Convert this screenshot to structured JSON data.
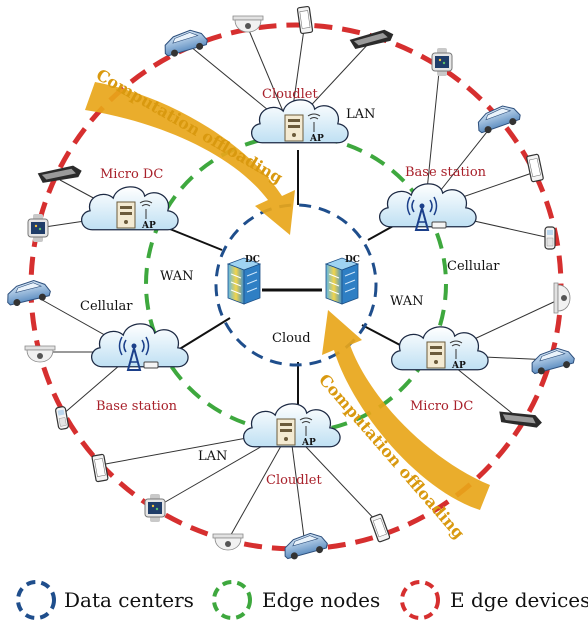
{
  "cloud": {
    "label": "Cloud",
    "dc_label": "DC"
  },
  "edge_nodes": {
    "cloudlet": "Cloudlet",
    "micro_dc": "Micro DC",
    "base_station": "Base station",
    "ap_label": "AP"
  },
  "links": {
    "lan": "LAN",
    "wan": "WAN",
    "cellular": "Cellular"
  },
  "offloading": "Computation offloading",
  "legend": {
    "data_centers": "Data centers",
    "edge_nodes": "Edge nodes",
    "edge_devices": "E dge devices"
  },
  "colors": {
    "data_centers": "#1f4e8c",
    "edge_nodes": "#3ea83e",
    "edge_devices": "#d62f2f",
    "offload_arrow": "#e8a61a",
    "node_label": "#a8202a"
  },
  "icons": [
    "car-icon",
    "smartwatch-icon",
    "smartphone-icon",
    "vr-glasses-icon",
    "camera-icon",
    "server-icon",
    "cell-tower-icon"
  ]
}
